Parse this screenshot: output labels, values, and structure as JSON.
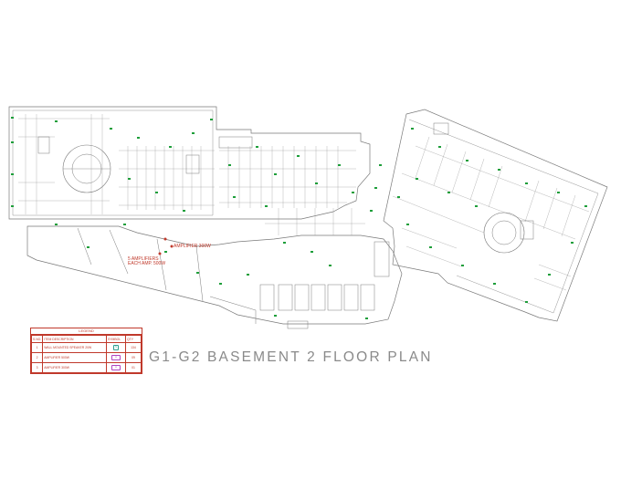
{
  "title": "G1-G2 BASEMENT 2 FLOOR PLAN",
  "legend": {
    "title": "LEGEND",
    "headers": [
      "S.NO.",
      "ITEM DESCRIPTION",
      "SYMBOL",
      "QTY"
    ],
    "rows": [
      {
        "no": "1",
        "desc": "WALL MOUNTED SPEAKER 20W",
        "symbol": "S",
        "qty": "134"
      },
      {
        "no": "2",
        "desc": "AMPLIFIER 500W",
        "symbol": "A",
        "qty": "09"
      },
      {
        "no": "3",
        "desc": "AMPLIFIER 300W",
        "symbol": "A",
        "qty": "01"
      }
    ]
  },
  "annotations": {
    "amp_single": "AMPLIFIER 300W",
    "amp_group_line1": "5  AMPLIFIERS",
    "amp_group_line2": "EACH AMP. 500W"
  },
  "colors": {
    "lines": "#6b6b6b",
    "speakers": "#1e9e3a",
    "notes": "#c0392b",
    "amplifier_symbol": "#b042c0"
  }
}
